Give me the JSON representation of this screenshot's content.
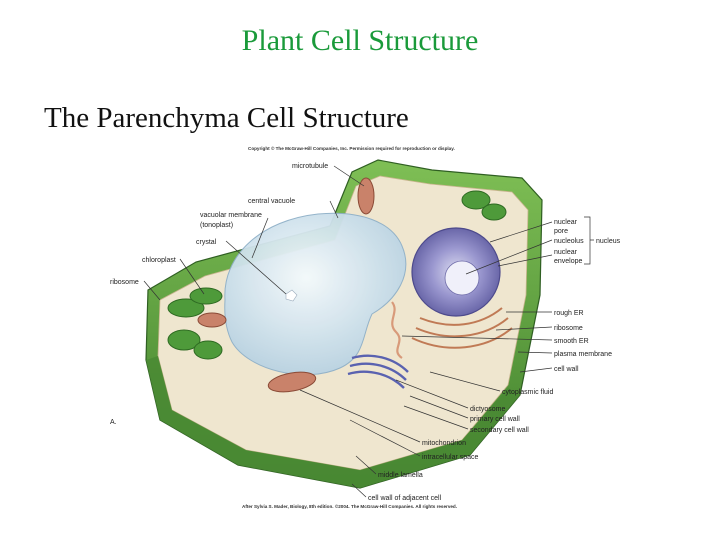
{
  "slide": {
    "title": "Plant Cell Structure",
    "subtitle": "The Parenchyma Cell Structure"
  },
  "figure": {
    "copyright": "Copyright © The McGraw-Hill Companies, Inc. Permission required for reproduction or display.",
    "credit": "After Sylvia S. Mader, Biology, 8th edition. ©2004. The McGraw-Hill Companies. All rights reserved.",
    "panel_letter": "A.",
    "labels": {
      "microtubule": "microtubule",
      "central_vacuole": "central vacuole",
      "vacuolar_membrane": "vacuolar membrane",
      "tonoplast": "(tonoplast)",
      "crystal": "crystal",
      "chloroplast": "chloroplast",
      "ribosome_left": "ribosome",
      "nuclear_pore_1": "nuclear",
      "nuclear_pore_2": "pore",
      "nucleolus": "nucleolus",
      "nuclear_envelope_1": "nuclear",
      "nuclear_envelope_2": "envelope",
      "nucleus": "nucleus",
      "rough_er": "rough ER",
      "ribosome_right": "ribosome",
      "smooth_er": "smooth ER",
      "plasma_membrane": "plasma membrane",
      "cell_wall": "cell wall",
      "cytoplasmic_fluid": "cytoplasmic fluid",
      "dictyosome": "dictyosome",
      "primary_cell_wall": "primary cell wall",
      "secondary_cell_wall": "secondary cell wall",
      "mitochondrion": "mitochondrion",
      "intracellular_space": "intracellular space",
      "middle_lamella": "middle lamella",
      "cell_wall_adjacent": "cell wall of adjacent cell"
    }
  },
  "colors": {
    "title": "#1a9a3a",
    "cell_wall": "#5e9f3f",
    "cytoplasm": "#efe6cf",
    "vacuole": "#d8e8f2",
    "nucleus": "#8a86c4",
    "chloroplast": "#4e9a3a",
    "mitochondrion": "#c9826a"
  }
}
